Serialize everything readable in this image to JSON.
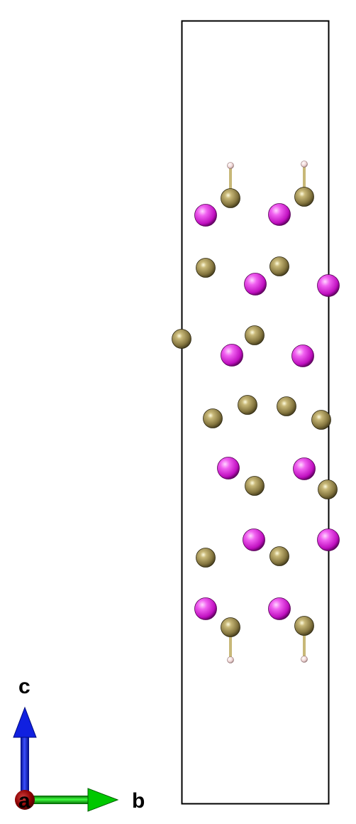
{
  "colors": {
    "background": "#ffffff",
    "cell": "#000000",
    "metal": "#e030e0",
    "nonmetal": "#8a7a45",
    "hydrogen": "#f2dada",
    "axis_a": "#8b0000",
    "axis_b": "#00c800",
    "axis_c": "#1020e0"
  },
  "axes": {
    "a_label": "a",
    "b_label": "b",
    "c_label": "c"
  }
}
